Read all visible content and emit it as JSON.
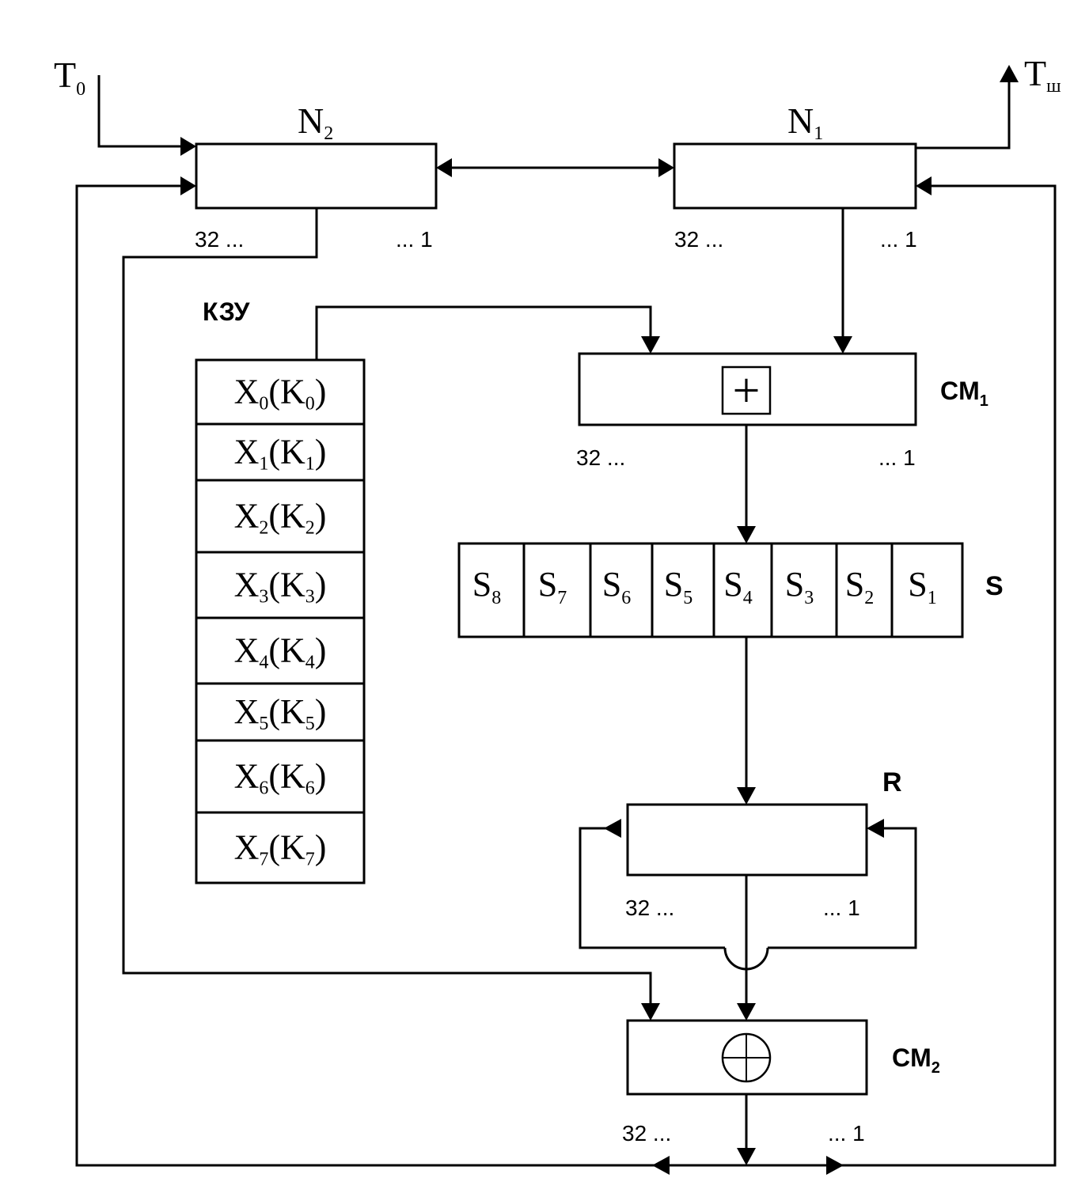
{
  "inputs": {
    "t0": {
      "base": "T",
      "sub": "0"
    },
    "tsh": {
      "base": "T",
      "sub": "ш"
    }
  },
  "registers": {
    "n2": {
      "base": "N",
      "sub": "2",
      "left_bits": "32 ...",
      "right_bits": "... 1"
    },
    "n1": {
      "base": "N",
      "sub": "1",
      "left_bits": "32 ...",
      "right_bits": "... 1"
    }
  },
  "kzu": {
    "title": "КЗУ",
    "cells": [
      {
        "x_sub": "0",
        "k_sub": "0"
      },
      {
        "x_sub": "1",
        "k_sub": "1"
      },
      {
        "x_sub": "2",
        "k_sub": "2"
      },
      {
        "x_sub": "3",
        "k_sub": "3"
      },
      {
        "x_sub": "4",
        "k_sub": "4"
      },
      {
        "x_sub": "5",
        "k_sub": "5"
      },
      {
        "x_sub": "6",
        "k_sub": "6"
      },
      {
        "x_sub": "7",
        "k_sub": "7"
      }
    ],
    "x_letter": "X",
    "k_letter": "K"
  },
  "cm1": {
    "base": "CM",
    "sub": "1",
    "symbol": "+",
    "left_bits": "32 ...",
    "right_bits": "... 1"
  },
  "sbox": {
    "label": "S",
    "letter": "S",
    "cells": [
      "8",
      "7",
      "6",
      "5",
      "4",
      "3",
      "2",
      "1"
    ]
  },
  "r": {
    "label": "R",
    "left_bits": "32 ...",
    "right_bits": "... 1"
  },
  "cm2": {
    "base": "CM",
    "sub": "2",
    "symbol": "⊕",
    "left_bits": "32 ...",
    "right_bits": "... 1"
  }
}
